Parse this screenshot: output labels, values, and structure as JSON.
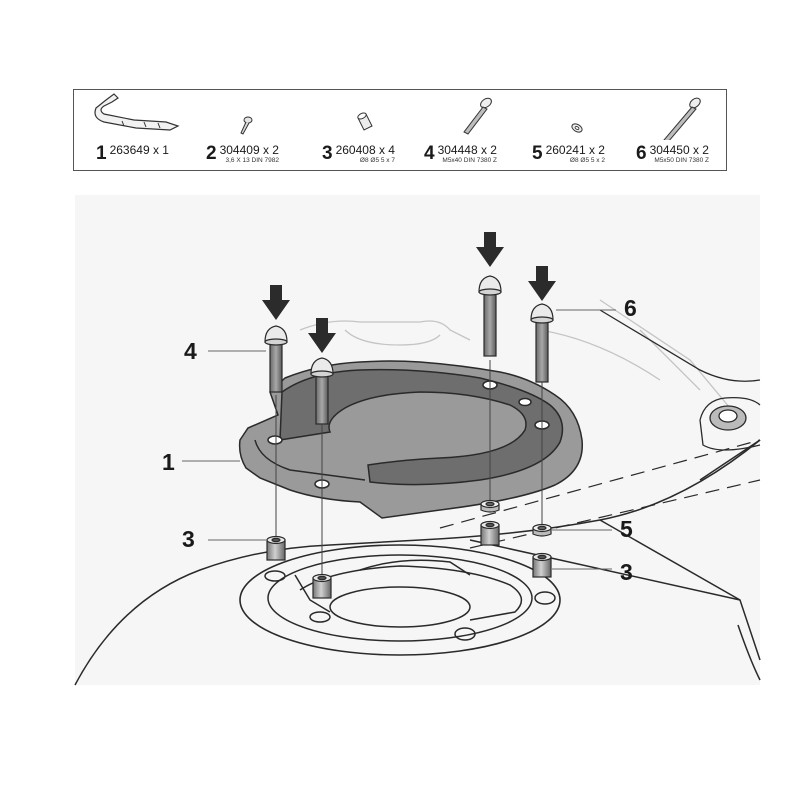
{
  "parts": [
    {
      "number": "1",
      "code": "263649 x 1",
      "spec": "",
      "icon": "bracket-icon"
    },
    {
      "number": "2",
      "code": "304409 x 2",
      "spec": "3,6 X 13 DIN 7982",
      "icon": "small-screw-icon"
    },
    {
      "number": "3",
      "code": "260408 x 4",
      "spec": "Ø8 Ø5 5 x 7",
      "icon": "spacer-icon"
    },
    {
      "number": "4",
      "code": "304448 x 2",
      "spec": "M5x40 DIN 7380 Z",
      "icon": "bolt-icon"
    },
    {
      "number": "5",
      "code": "260241 x 2",
      "spec": "Ø8 Ø5 5 x 2",
      "icon": "washer-icon"
    },
    {
      "number": "6",
      "code": "304450 x 2",
      "spec": "M5x50 DIN 7380 Z",
      "icon": "long-bolt-icon"
    }
  ],
  "callouts": {
    "bolt_left": "4",
    "bolt_right": "6",
    "flange": "1",
    "spacer_left": "3",
    "washer": "5",
    "spacer_right": "3"
  },
  "colors": {
    "line": "#2a2a2a",
    "part_fill": "#9a9a9a",
    "part_dark": "#6e6e6e",
    "ghost": "#c4c4c4",
    "arrow": "#2b2b2b"
  }
}
